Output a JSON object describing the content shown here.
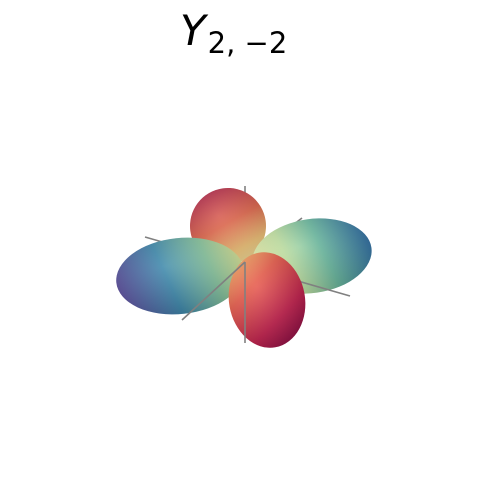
{
  "title": {
    "main": "Y",
    "subscript": "2, −2"
  },
  "colors": {
    "axis": "#808080",
    "palette": "Spectral"
  },
  "lobes": [
    {
      "name": "lobe-back-top",
      "color_range": [
        "#e5a85f",
        "#b83048"
      ]
    },
    {
      "name": "lobe-back-right",
      "color_range": [
        "#c9e2a0",
        "#2f7fa8"
      ]
    },
    {
      "name": "lobe-front-left",
      "color_range": [
        "#9dce9f",
        "#5a4ea0"
      ]
    },
    {
      "name": "lobe-front-bottom",
      "color_range": [
        "#f08a50",
        "#9c0f45"
      ]
    }
  ]
}
